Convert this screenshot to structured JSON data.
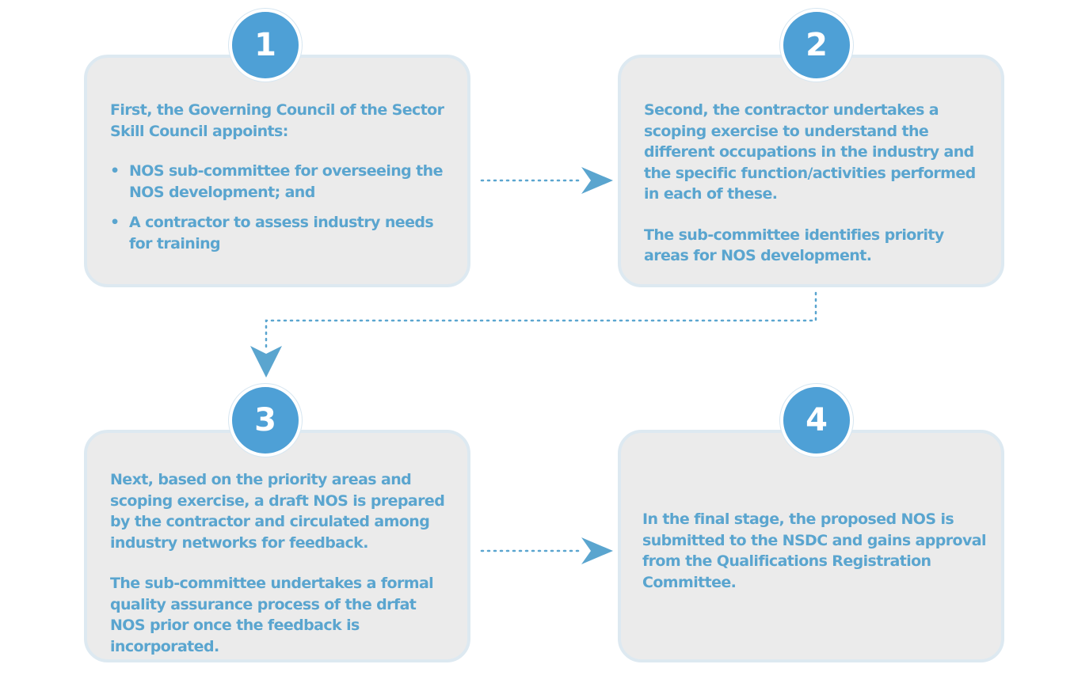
{
  "steps": [
    {
      "number": "1",
      "paragraphs": [
        "First, the Governing Council of the Sector Skill Council appoints:"
      ],
      "bullets": [
        "NOS sub-committee for overseeing the NOS development; and",
        "A contractor to assess industry needs for training"
      ]
    },
    {
      "number": "2",
      "paragraphs": [
        "Second, the contractor undertakes a scoping exercise to understand the different occupations in the industry and the specific function/activities performed in each of these.",
        "The sub-committee identifies priority areas for NOS development."
      ]
    },
    {
      "number": "3",
      "paragraphs": [
        "Next, based on the priority areas and scoping exercise, a draft NOS is prepared by the contractor and circulated among industry networks for feedback.",
        "The sub-committee undertakes a formal quality assurance process of the drfat NOS prior once the feedback is incorporated."
      ]
    },
    {
      "number": "4",
      "paragraphs": [
        "In the final stage, the proposed NOS is submitted to the NSDC and gains approval from the Qualifications Registration Committee."
      ]
    }
  ],
  "bullet_glyph": "•",
  "colors": {
    "text": "#5aa5cf",
    "badge": "#4ea0d6",
    "box_fill": "#ebebeb",
    "box_border": "#dde9f1",
    "connector": "#5aa5cf"
  }
}
